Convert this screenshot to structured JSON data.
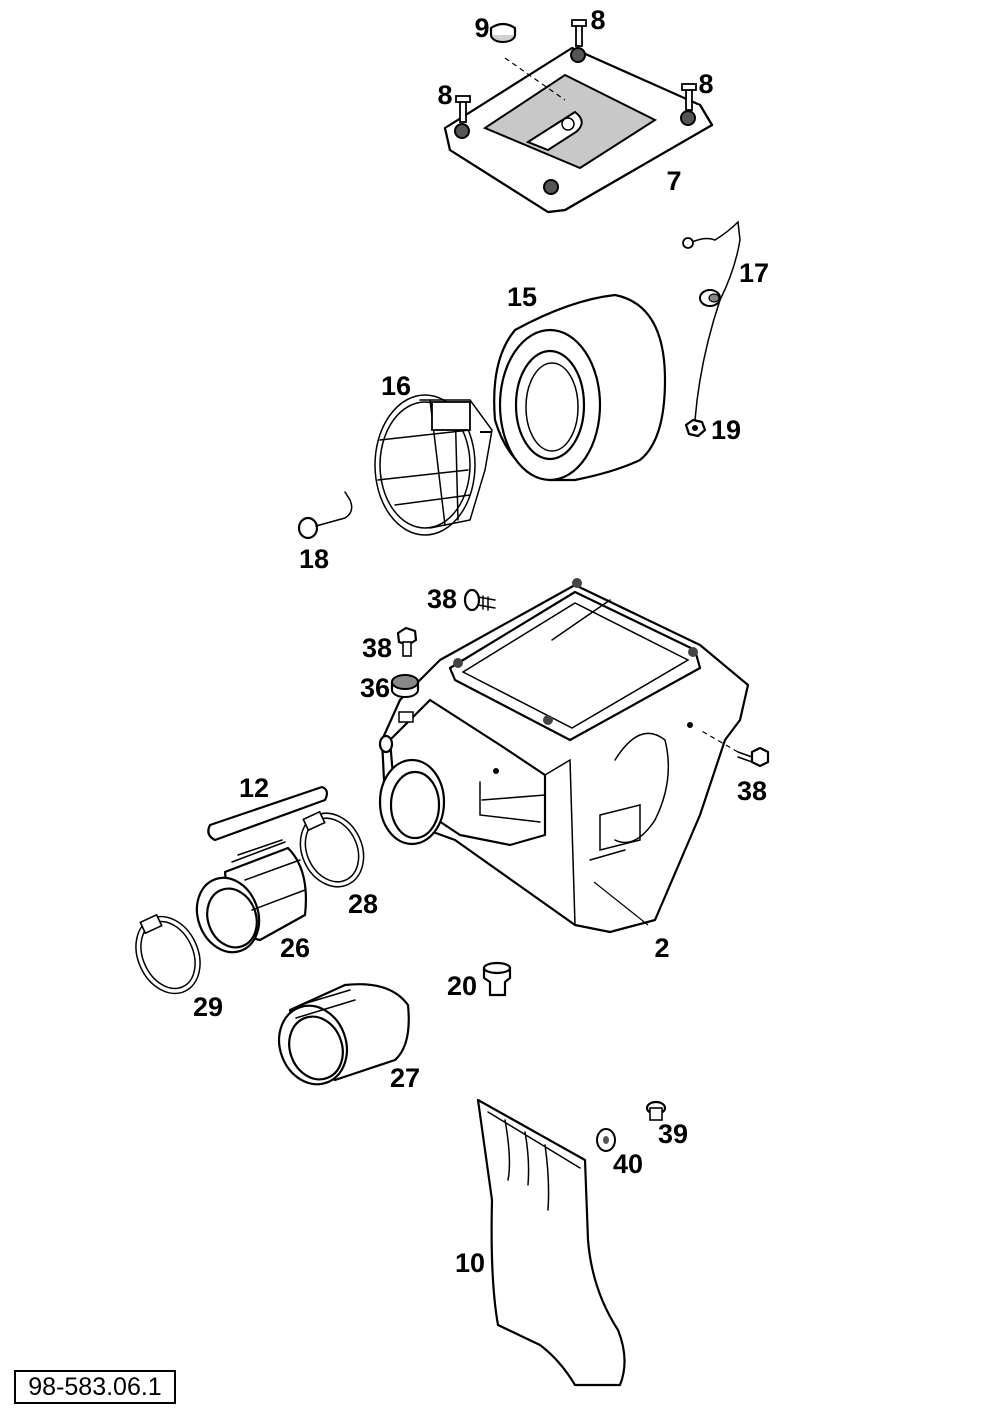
{
  "diagram": {
    "drawing_number": "98-583.06.1",
    "part_labels": {
      "p9": "9",
      "p8a": "8",
      "p8b": "8",
      "p8c": "8",
      "p7": "7",
      "p17": "17",
      "p15": "15",
      "p16": "16",
      "p19": "19",
      "p18": "18",
      "p38a": "38",
      "p38b": "38",
      "p36": "36",
      "p38c": "38",
      "p12": "12",
      "p28": "28",
      "p26": "26",
      "p2": "2",
      "p29": "29",
      "p20": "20",
      "p27": "27",
      "p39": "39",
      "p40": "40",
      "p10": "10"
    }
  }
}
